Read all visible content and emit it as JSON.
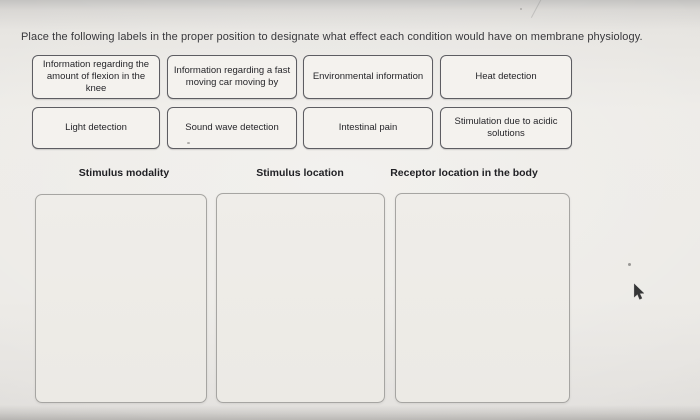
{
  "title": "Place the following labels in the proper position to designate what effect each condition would have on membrane physiology.",
  "label_bank": {
    "row1": [
      "Information regarding the amount of flexion in the knee",
      "Information regarding a fast moving car moving by",
      "Environmental information",
      "Heat detection"
    ],
    "row2": [
      "Light detection",
      "Sound wave detection",
      "Intestinal pain",
      "Stimulation due to acidic solutions"
    ]
  },
  "category_headers": [
    "Stimulus modality",
    "Stimulus location",
    "Receptor location in the body"
  ],
  "dropzones": [
    {
      "state": "empty"
    },
    {
      "state": "empty"
    },
    {
      "state": "empty"
    }
  ],
  "icons": {
    "cursor": "arrow-pointer"
  },
  "colors": {
    "page_bg": "#eceae6",
    "chip_bg": "#f4f2ee",
    "chip_border": "#5d5d62",
    "dropzone_border": "#a6a5a2",
    "text": "#26262a",
    "header_text": "#212125"
  }
}
